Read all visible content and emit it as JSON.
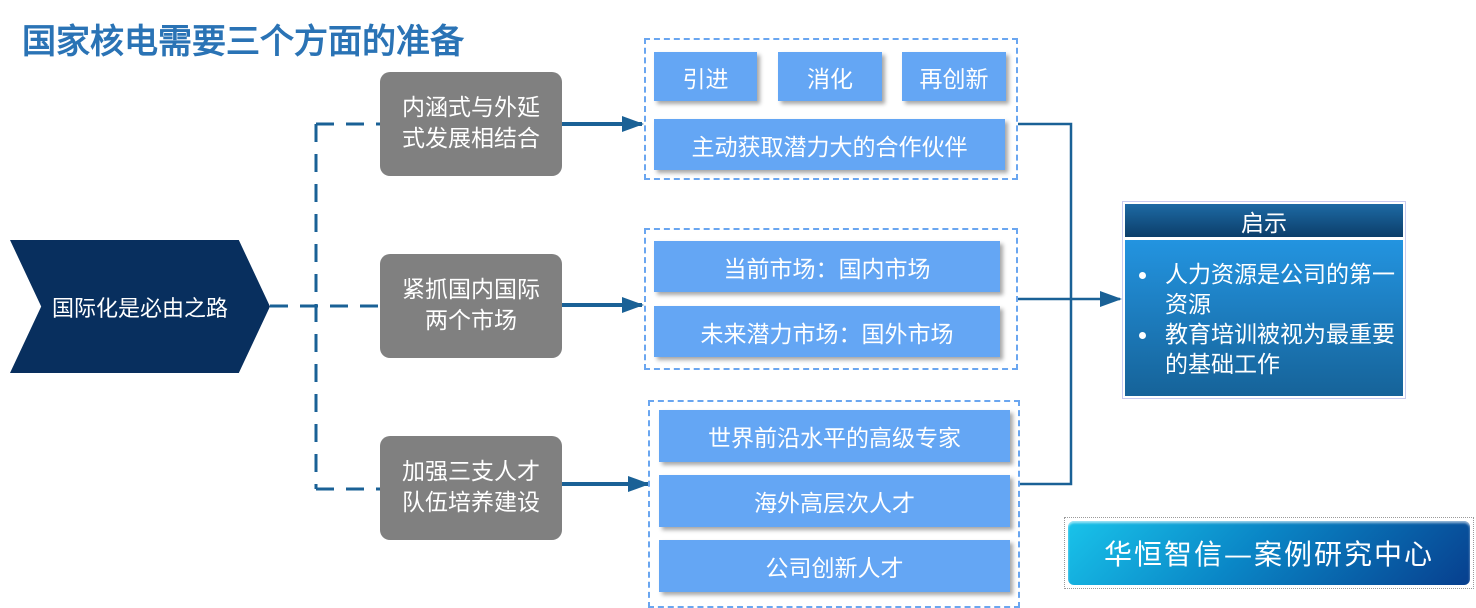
{
  "title": "国家核电需要三个方面的准备",
  "root": {
    "label": "国际化是必由之路"
  },
  "branches": [
    {
      "label_line1": "内涵式与外延",
      "label_line2": "式发展相结合",
      "items_row": [
        "引进",
        "消化",
        "再创新"
      ],
      "items": [
        "主动获取潜力大的合作伙伴"
      ]
    },
    {
      "label_line1": "紧抓国内国际",
      "label_line2": "两个市场",
      "items": [
        "当前市场：国内市场",
        "未来潜力市场：国外市场"
      ]
    },
    {
      "label_line1": "加强三支人才",
      "label_line2": "队伍培养建设",
      "items": [
        "世界前沿水平的高级专家",
        "海外高层次人才",
        "公司创新人才"
      ]
    }
  ],
  "insight": {
    "heading": "启示",
    "bullets": [
      "人力资源是公司的第一资源",
      "教育培训被视为最重要的基础工作"
    ]
  },
  "badge": {
    "label": "华恒智信—案例研究中心"
  },
  "colors": {
    "title": "#2a73b5",
    "root": "#082f5e",
    "branch": "#808080",
    "item": "#64a6f4",
    "connector": "#1a6196",
    "group_border": "#6aa6f0"
  }
}
